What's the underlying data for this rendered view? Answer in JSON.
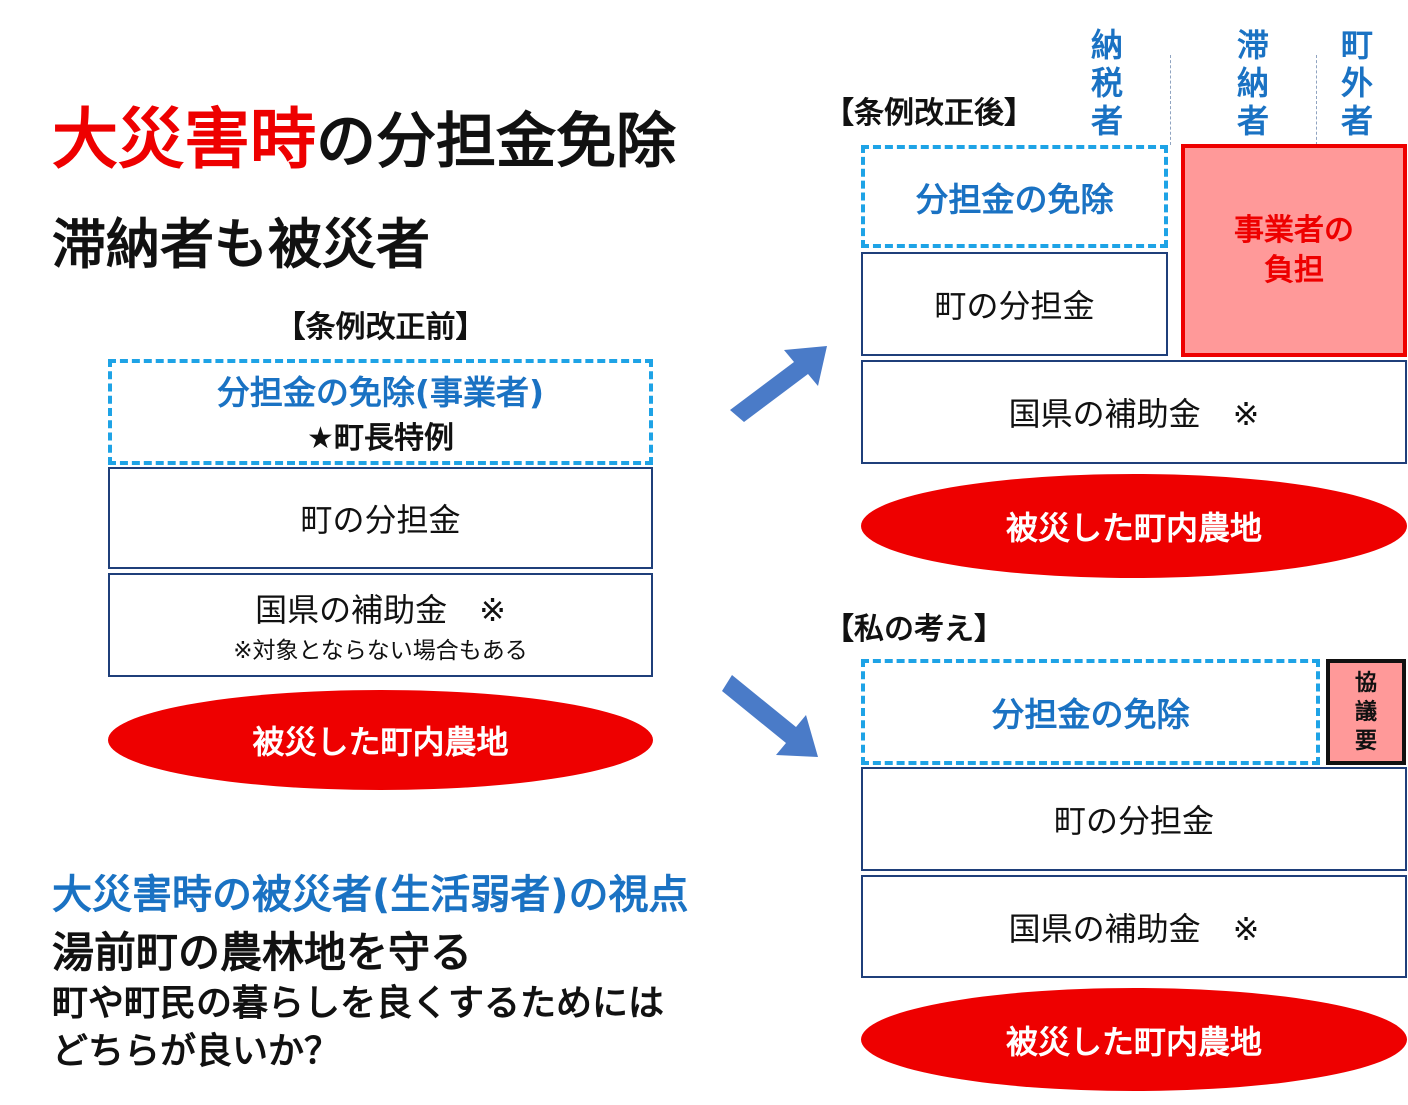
{
  "title": {
    "highlight": "大災害時",
    "rest": "の分担金免除",
    "subtitle": "滞納者も被災者"
  },
  "colors": {
    "red": "#ee0000",
    "blue": "#1a72c3",
    "dash_blue": "#1ea3e6",
    "pink": "#ff9999",
    "arrow": "#4a7bc8"
  },
  "before": {
    "label": "【条例改正前】",
    "exemption": "分担金の免除(事業者)",
    "special": "★町長特例",
    "town_share": "町の分担金",
    "subsidy": "国県の補助金　※",
    "note": "※対象とならない場合もある",
    "farmland": "被災した町内農地"
  },
  "after": {
    "label": "【条例改正後】",
    "columns": [
      "納税者",
      "滞納者",
      "町外者"
    ],
    "exemption": "分担金の免除",
    "operator_burden_line1": "事業者の",
    "operator_burden_line2": "負担",
    "town_share": "町の分担金",
    "subsidy": "国県の補助金　※",
    "farmland": "被災した町内農地"
  },
  "mine": {
    "label": "【私の考え】",
    "exemption": "分担金の免除",
    "consult": [
      "協",
      "議",
      "要"
    ],
    "town_share": "町の分担金",
    "subsidy": "国県の補助金　※",
    "farmland": "被災した町内農地"
  },
  "bottom": {
    "perspective": "大災害時の被災者(生活弱者)の視点",
    "protect": "湯前町の農林地を守る",
    "question1": "町や町民の暮らしを良くするためには",
    "question2": "どちらが良いか？"
  }
}
